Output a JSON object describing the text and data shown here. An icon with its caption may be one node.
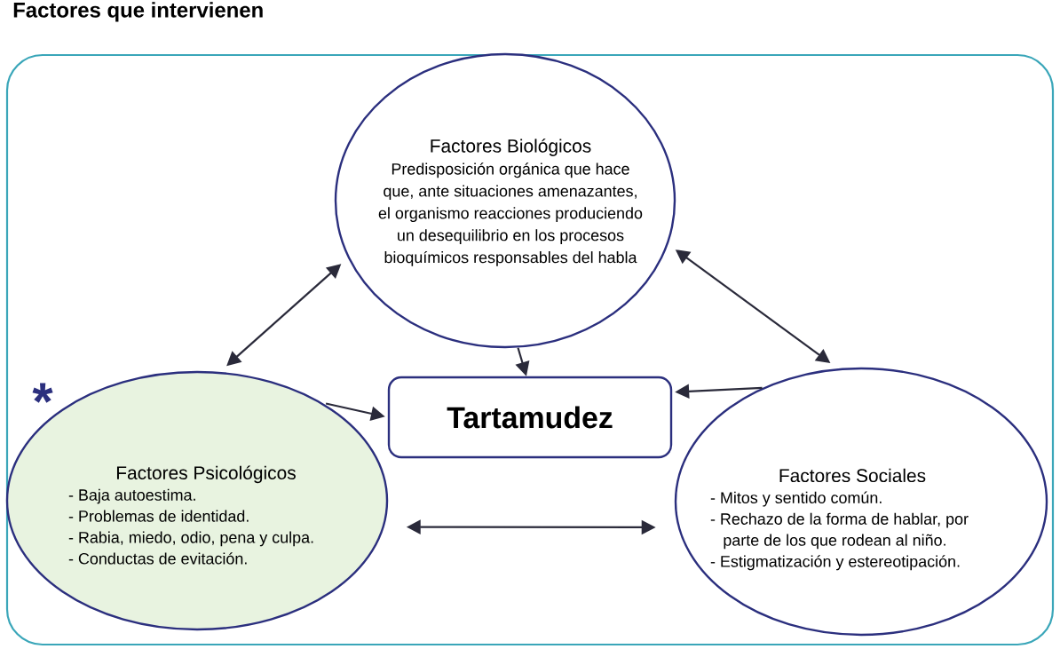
{
  "diagram": {
    "title": "Factores que intervienen",
    "nodes": [
      {
        "text": [
          "Factores Biológicos",
          "Predisposición orgánica que hace que, ante situaciones amenazantes, el organismo reacciones produciendo un desequilibrio en los procesos bioquímicos responsables del habla"
        ]
      },
      {
        "text": [
          "Tartamudez"
        ]
      },
      {
        "text": [
          "Factores Psicológicos",
          "- Baja autoestima.",
          "- Problemas de identidad.",
          "- Rabia, miedo, odio, pena y culpa.",
          "- Conductas de evitación."
        ]
      },
      {
        "text": [
          "Factores Sociales",
          "- Mitos y sentido común.",
          "- Rechazo de la forma de hablar, por parte de los que rodean al niño.",
          "- Estigmatización y estereotipación."
        ]
      }
    ],
    "edges": [
      {
        "from": 0,
        "to": 2,
        "arrow": "both"
      },
      {
        "from": 0,
        "to": 3,
        "arrow": "both"
      },
      {
        "from": 0,
        "to": 1,
        "arrow": "to"
      },
      {
        "from": 2,
        "to": 1,
        "arrow": "to"
      },
      {
        "from": 3,
        "to": 1,
        "arrow": "to"
      },
      {
        "from": 2,
        "to": 3,
        "arrow": "both"
      }
    ],
    "labels": [
      "*"
    ]
  }
}
